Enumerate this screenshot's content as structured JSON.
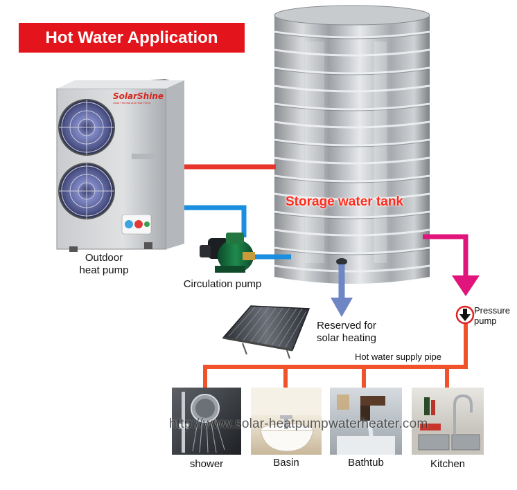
{
  "title": "Hot Water Application",
  "tank": {
    "label": "Storage water tank"
  },
  "heat_pump": {
    "brand": "SolarShine",
    "subtitle": "Solar Thermal and Heat Pump",
    "label": "Outdoor\nheat pump"
  },
  "circulation_pump": {
    "label": "Circulation pump"
  },
  "solar": {
    "label": "Reserved for\nsolar heating"
  },
  "pressure_pump": {
    "label": "Pressure\npump"
  },
  "supply_pipe": {
    "label": "Hot water supply pipe"
  },
  "outlets": [
    {
      "label": "shower"
    },
    {
      "label": "Basin"
    },
    {
      "label": "Bathtub"
    },
    {
      "label": "Kitchen"
    }
  ],
  "watermark": "http://www.solar-heatpumpwaterheater.com",
  "colors": {
    "hot_pipe": "#e8352b",
    "cold_pipe": "#1a8fe0",
    "supply_pipe": "#f0532b",
    "solar_arrow": "#6e86c4",
    "pressure_pipe": "#e0147a",
    "title_bg": "#e3141c"
  }
}
